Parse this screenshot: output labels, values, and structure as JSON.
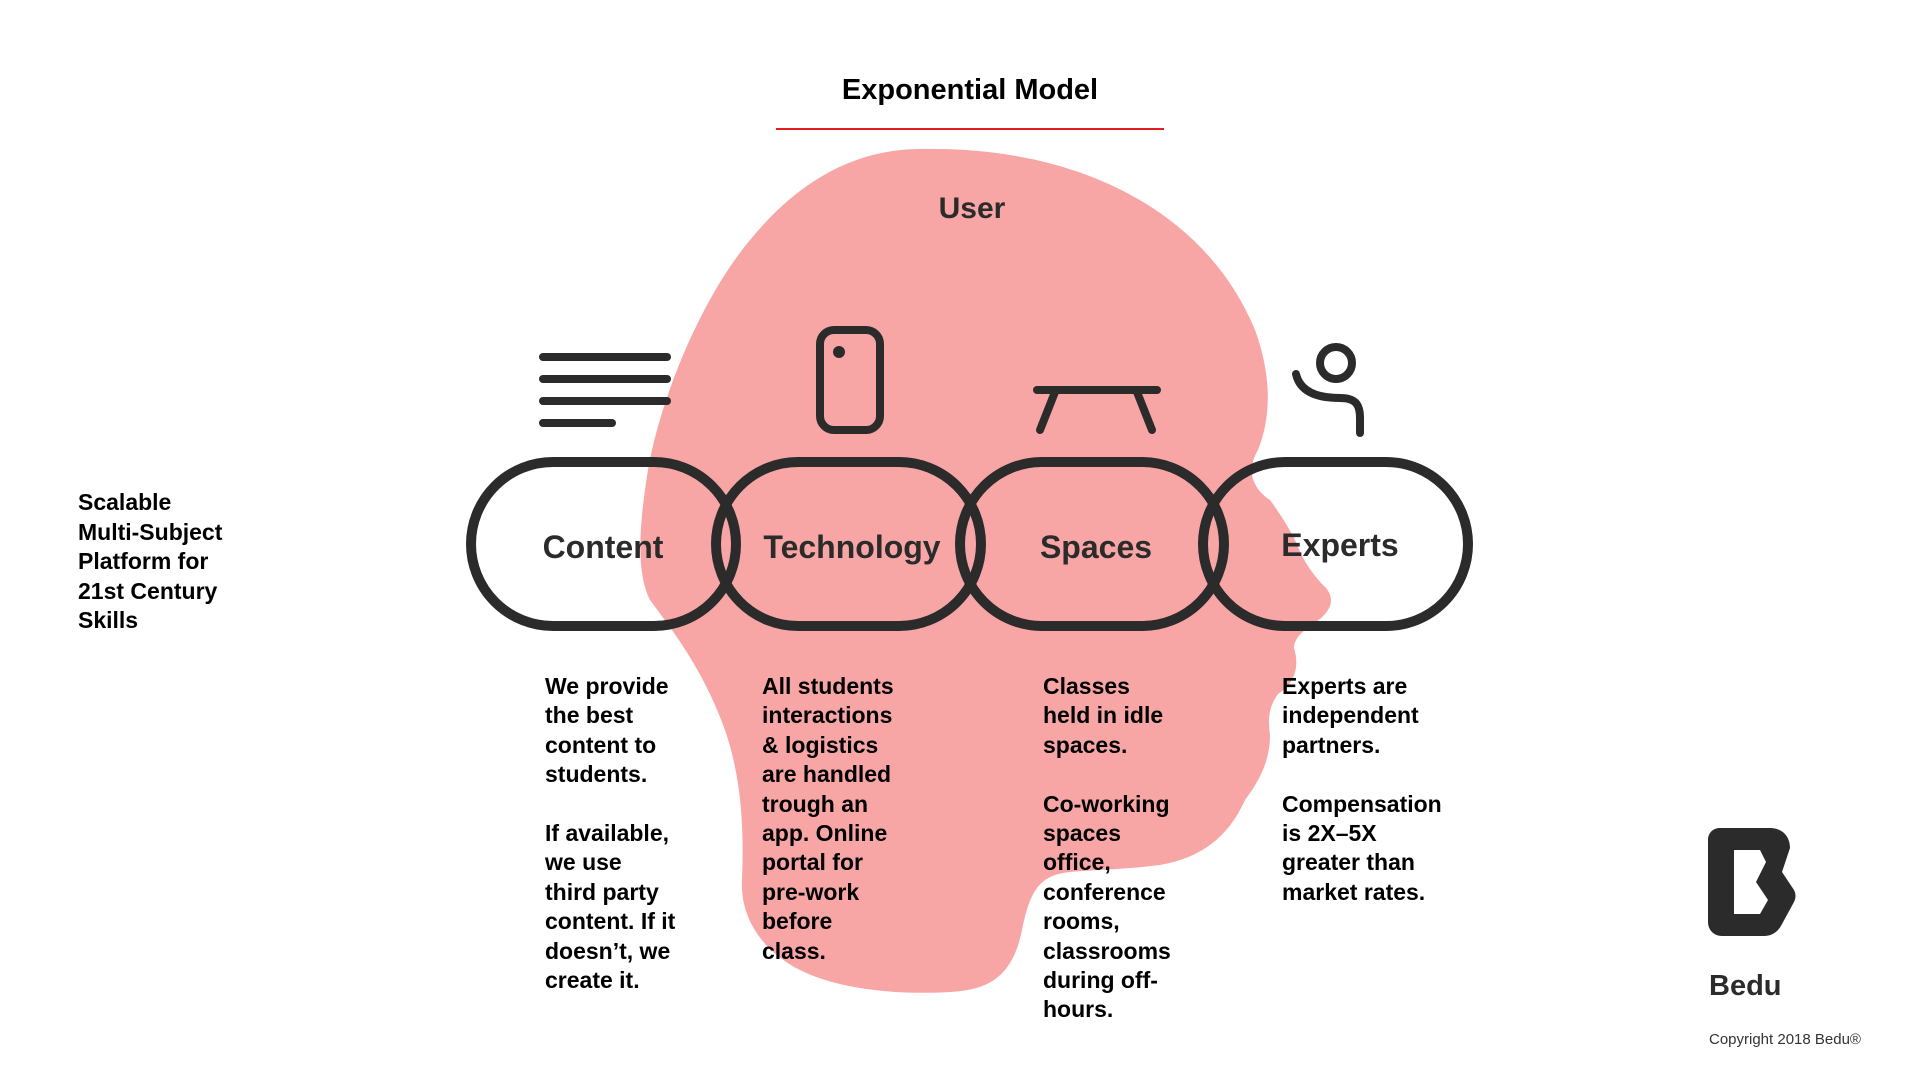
{
  "title": "Exponential Model",
  "tagline": "Scalable\nMulti-Subject\nPlatform for\n21st Century\nSkills",
  "center_label": "User",
  "pillars": [
    {
      "label": "Content",
      "icon": "text-lines-icon",
      "description": "We provide\nthe best\ncontent to\nstudents.\n\nIf available,\nwe use\nthird party\ncontent. If it\ndoesn’t, we\ncreate it."
    },
    {
      "label": "Technology",
      "icon": "smartphone-icon",
      "description": "All students\ninteractions\n& logistics\nare handled\ntrough an\napp. Online\nportal for\npre-work\nbefore\nclass."
    },
    {
      "label": "Spaces",
      "icon": "table-icon",
      "description": "Classes\nheld in idle\nspaces.\n\nCo-working\nspaces\noffice,\nconference\nrooms,\nclassrooms\nduring off-\nhours."
    },
    {
      "label": "Experts",
      "icon": "person-raising-hand-icon",
      "description": "Experts are\nindependent\npartners.\n\nCompensation\nis 2X–5X\ngreater than\nmarket rates."
    }
  ],
  "brand": {
    "name": "Bedu",
    "copyright": "Copyright 2018 Bedu®",
    "logo_icon": "bedu-b-logo-icon"
  },
  "colors": {
    "head": "#f8a5a5",
    "accent_rule": "#e02020",
    "stroke": "#2b2b2b",
    "text": "#000000"
  }
}
